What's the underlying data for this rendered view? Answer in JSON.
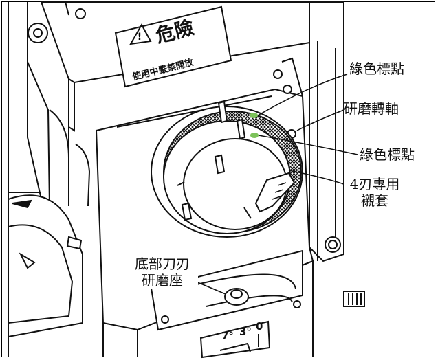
{
  "warning_plate": {
    "title": "危險",
    "subtitle": "使用中嚴禁開放"
  },
  "callouts": {
    "green_mark_top": "綠色標點",
    "grinding_spindle": "研磨轉軸",
    "green_mark_right": "綠色標點",
    "sleeve_line1": "4刃專用",
    "sleeve_line2": "襯套",
    "base_line1": "底部刀刃",
    "base_line2": "研磨座"
  },
  "angle_scale": {
    "mark_7": "7°",
    "mark_3": "3°",
    "mark_0": "0"
  },
  "colors": {
    "green_mark": "#7cc25a",
    "line": "#111111"
  }
}
